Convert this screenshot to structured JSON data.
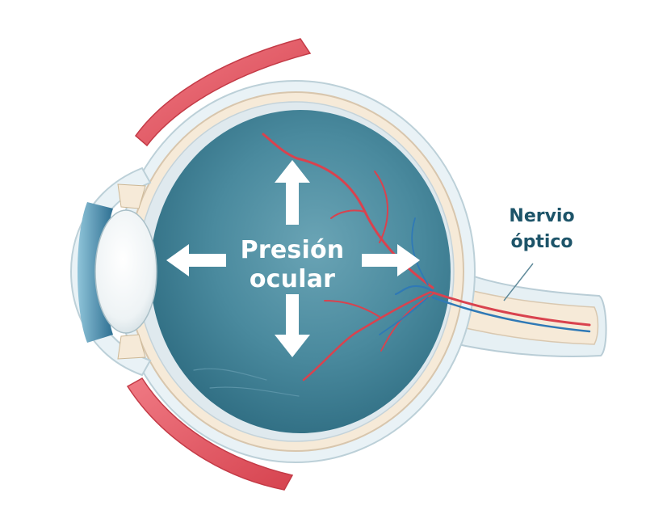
{
  "diagram": {
    "center_label": {
      "line1": "Presión",
      "line2": "ocular"
    },
    "nerve_label": {
      "line1": "Nervio",
      "line2": "óptico"
    },
    "colors": {
      "vitreous": "#3e7f93",
      "vitreous_light": "#6aa4b5",
      "sclera": "#f6ead8",
      "outer_layer": "#e9f2f6",
      "muscle": "#e6505e",
      "artery": "#d9424e",
      "vein": "#2f79b6",
      "label_text": "#1d5469",
      "arrow": "#ffffff"
    }
  }
}
